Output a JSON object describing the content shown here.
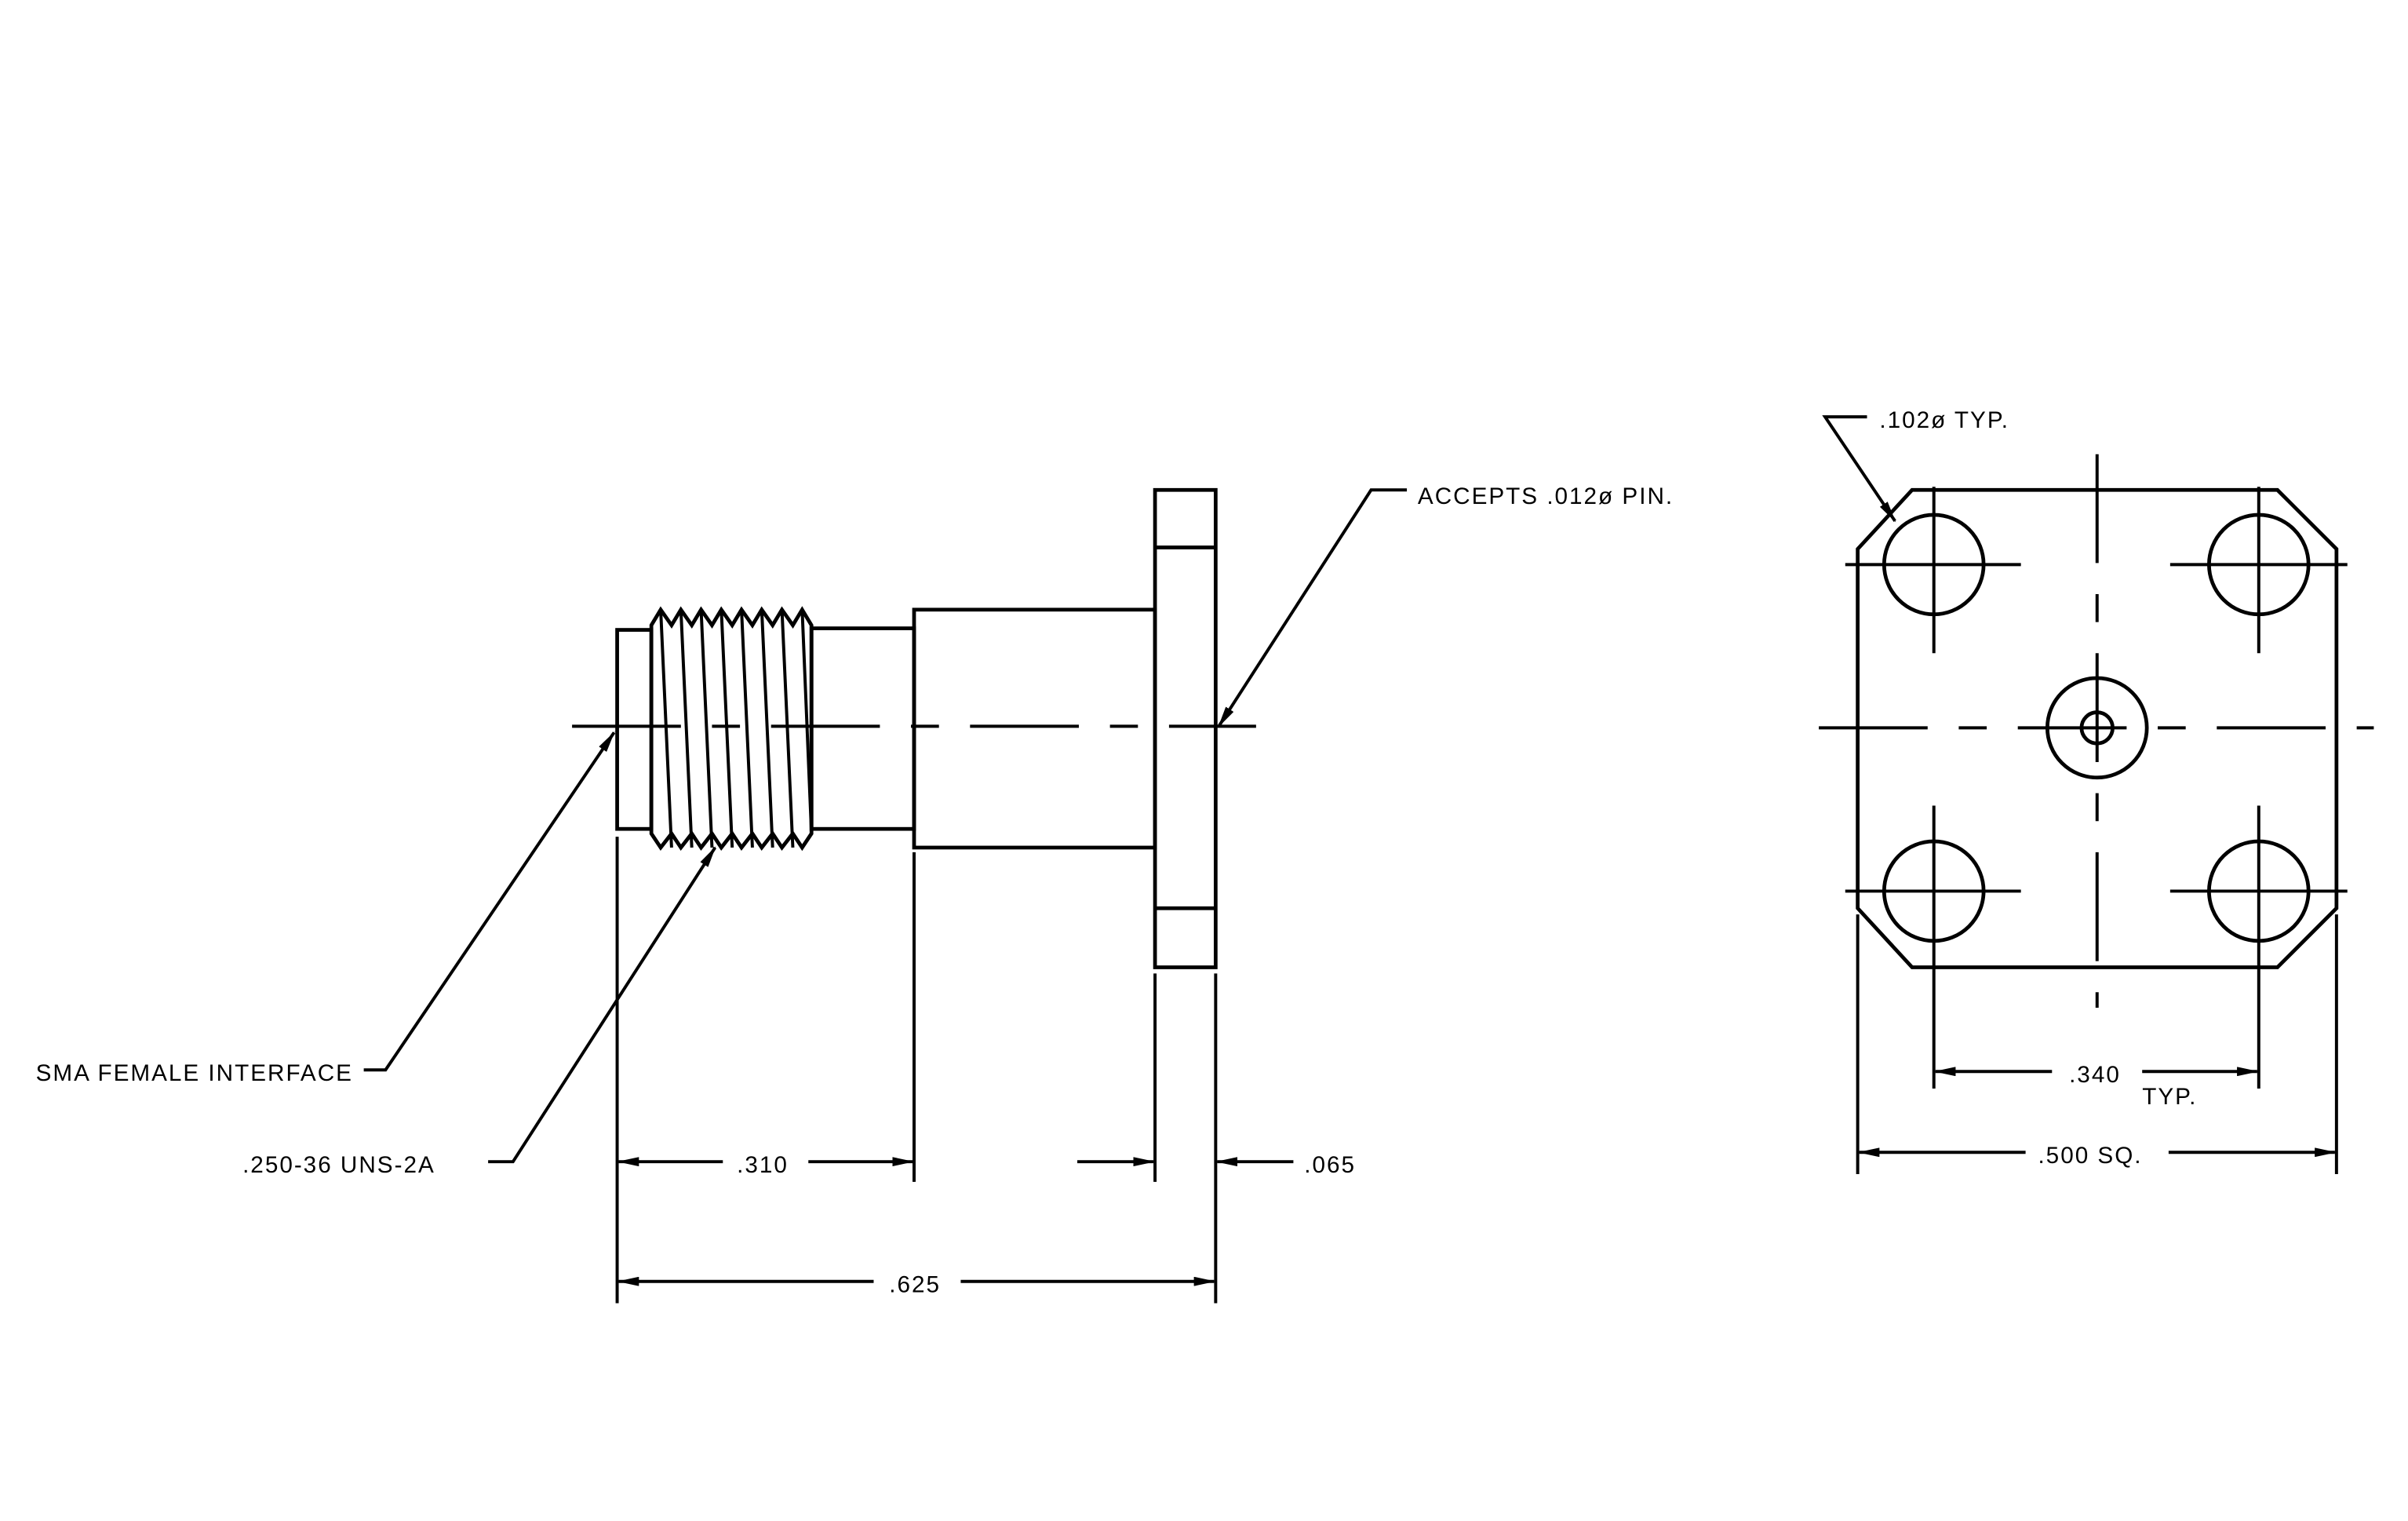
{
  "side_view": {
    "label_sma_interface": "SMA FEMALE INTERFACE",
    "label_thread": ".250-36 UNS-2A",
    "label_pin": "ACCEPTS .012ø PIN.",
    "dim_310": ".310",
    "dim_065": ".065",
    "dim_625": ".625"
  },
  "end_view": {
    "label_hole": ".102ø TYP.",
    "dim_340": ".340",
    "dim_340_note": "TYP.",
    "dim_500": ".500 SQ."
  }
}
